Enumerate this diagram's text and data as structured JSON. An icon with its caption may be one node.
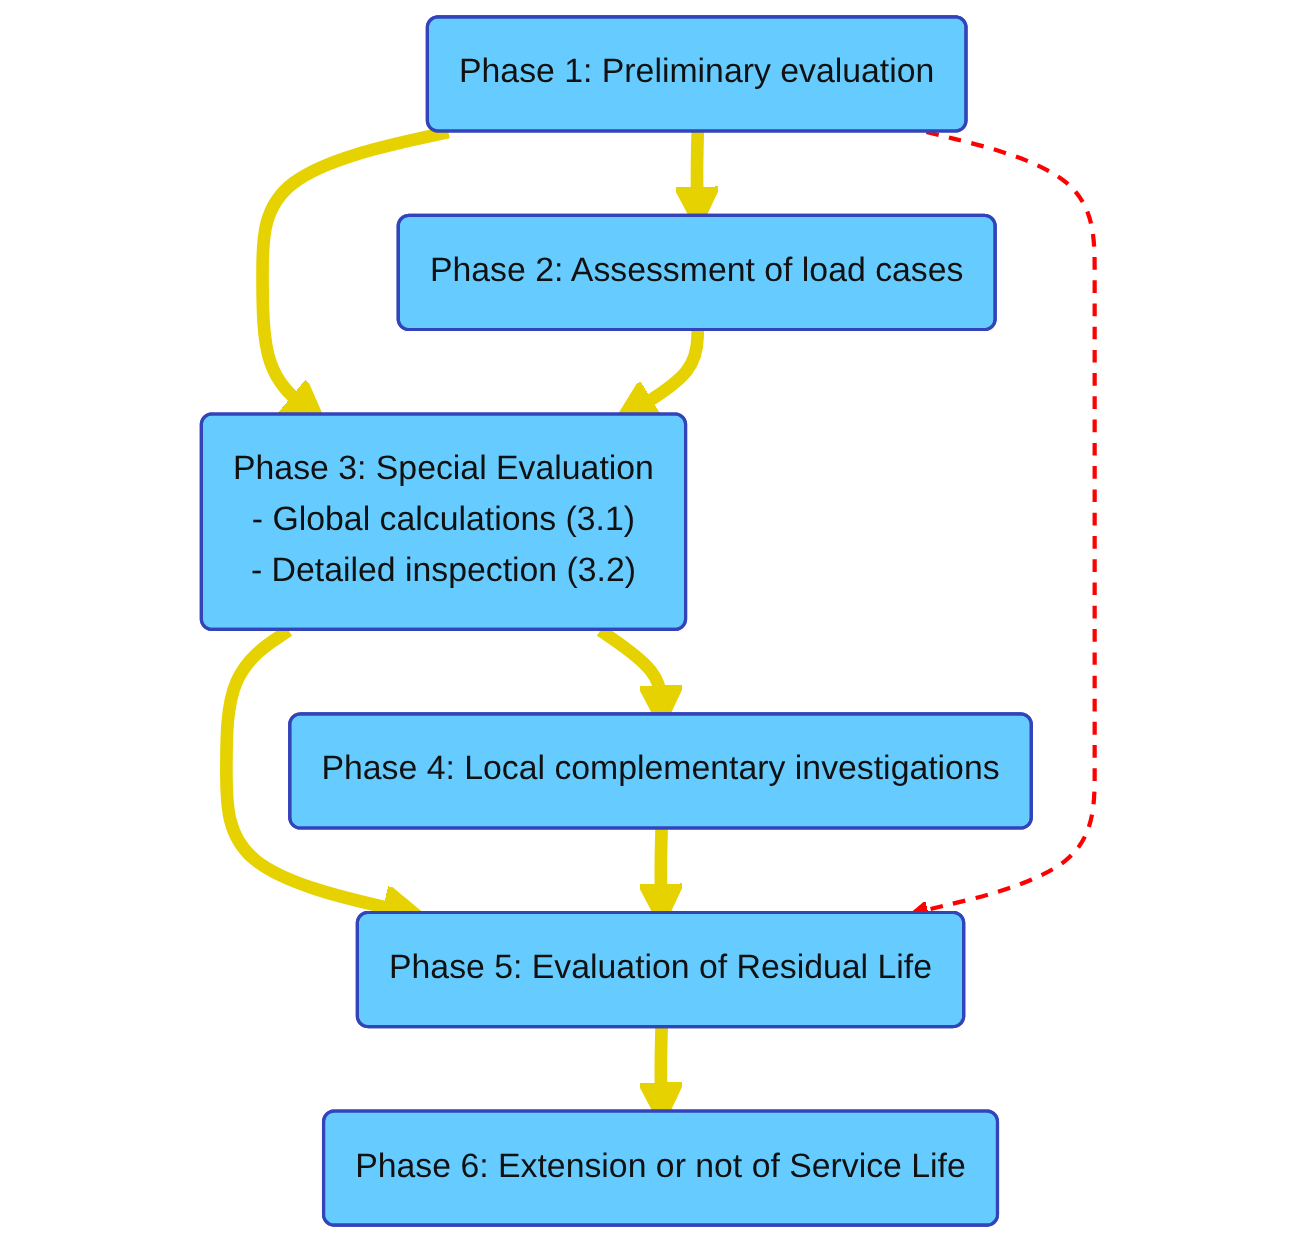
{
  "diagram": {
    "nodes": [
      {
        "text": [
          "Phase 1: Preliminary evaluation"
        ]
      },
      {
        "text": [
          "Phase 2: Assessment of load cases"
        ]
      },
      {
        "text": [
          "Phase 3: Special Evaluation",
          "- Global calculations (3.1)",
          "- Detailed inspection (3.2)"
        ]
      },
      {
        "text": [
          "Phase 4: Local complementary investigations"
        ]
      },
      {
        "text": [
          "Phase 5: Evaluation of Residual Life"
        ]
      },
      {
        "text": [
          "Phase 6: Extension or not of Service Life"
        ]
      }
    ],
    "edges": [
      {
        "from": 0,
        "to": 1,
        "arrow": "to"
      },
      {
        "from": 0,
        "to": 2,
        "arrow": "to"
      },
      {
        "from": 1,
        "to": 2,
        "arrow": "to"
      },
      {
        "from": 2,
        "to": 3,
        "arrow": "to"
      },
      {
        "from": 2,
        "to": 4,
        "arrow": "to"
      },
      {
        "from": 3,
        "to": 4,
        "arrow": "to"
      },
      {
        "from": 4,
        "to": 5,
        "arrow": "to"
      },
      {
        "from": 0,
        "to": 4,
        "arrow": "to",
        "style": "dashed",
        "color": "#ff0000"
      }
    ]
  }
}
